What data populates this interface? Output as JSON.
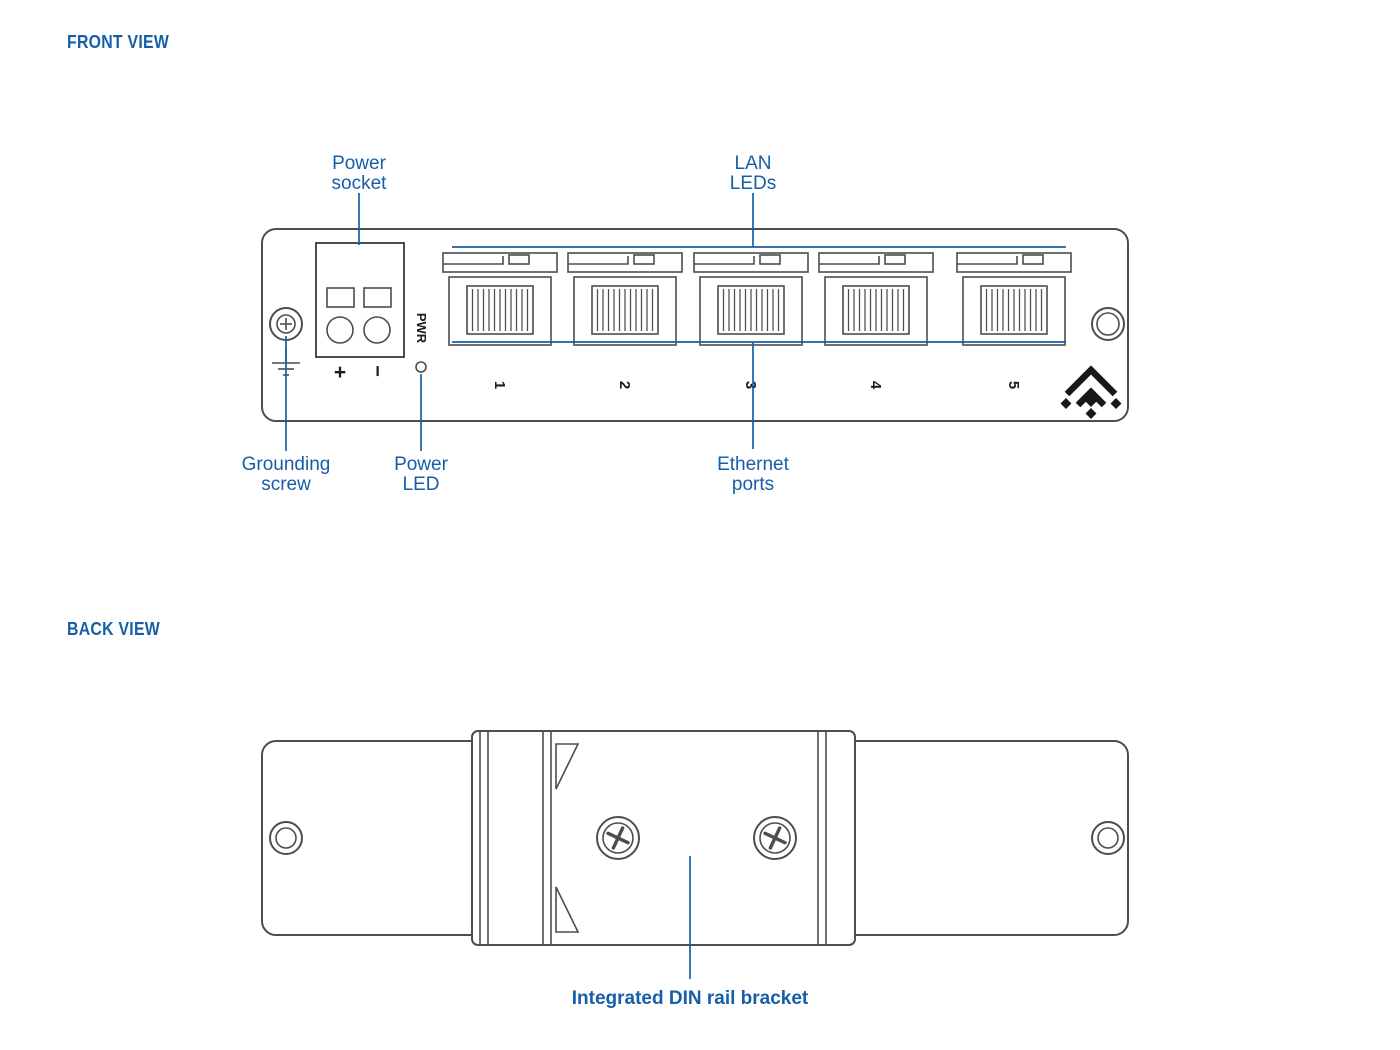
{
  "headings": {
    "front": "FRONT VIEW",
    "back": "BACK VIEW"
  },
  "front": {
    "labels": {
      "power_socket": [
        "Power",
        "socket"
      ],
      "lan_leds": [
        "LAN",
        "LEDs"
      ],
      "grounding_screw": [
        "Grounding",
        "screw"
      ],
      "power_led": [
        "Power",
        "LED"
      ],
      "ethernet_ports": [
        "Ethernet",
        "ports"
      ]
    },
    "panel": {
      "pwr": "PWR",
      "plus": "+",
      "minus": "−"
    },
    "port_numbers": [
      "1",
      "2",
      "3",
      "4",
      "5"
    ]
  },
  "back": {
    "label": "Integrated DIN rail bracket"
  },
  "colors": {
    "accent": "#165fa8",
    "outline": "#4d4d4d"
  }
}
